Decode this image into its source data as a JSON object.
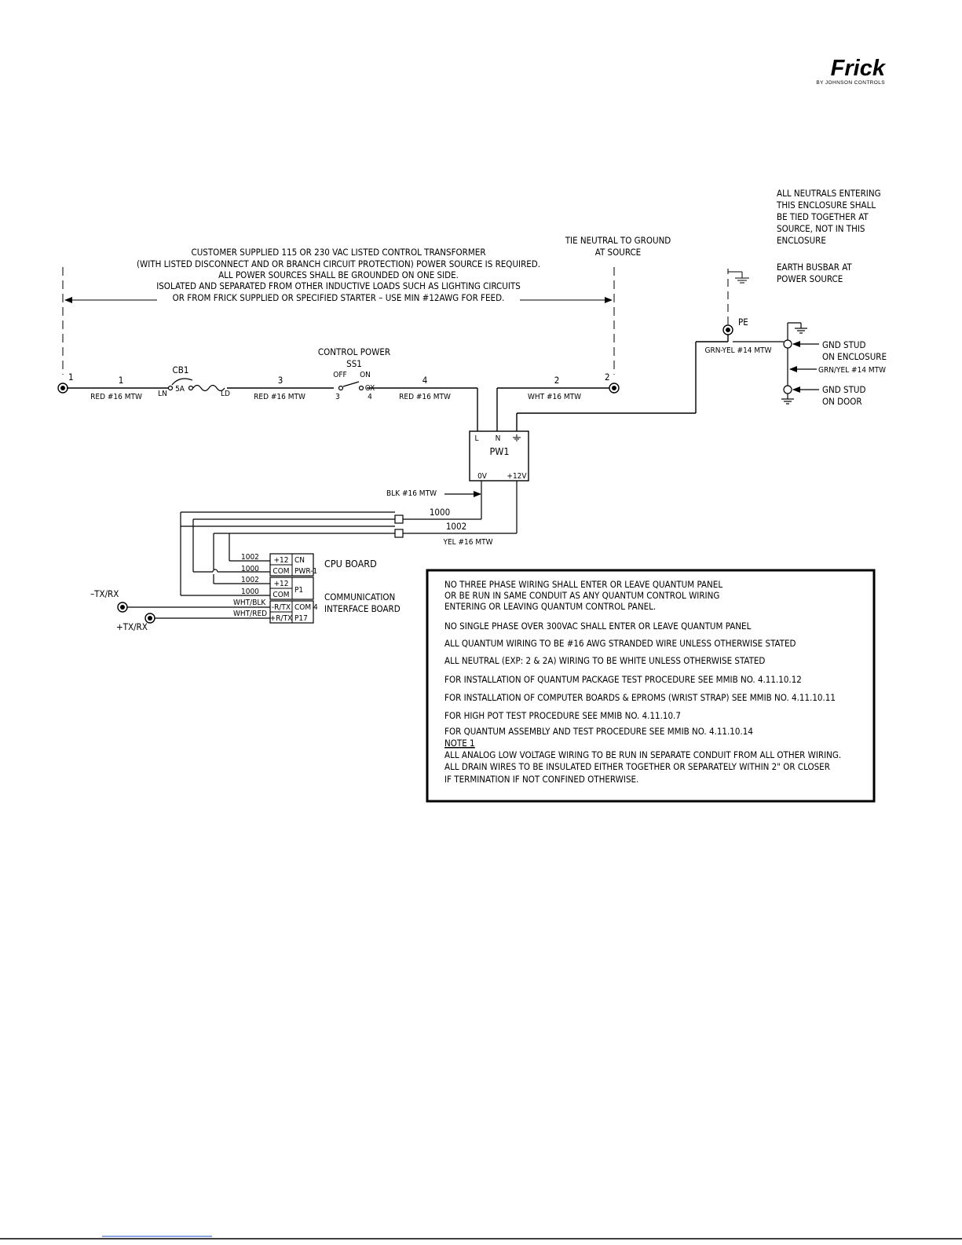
{
  "brand": {
    "name": "Frick",
    "subtitle": "BY JOHNSON CONTROLS"
  },
  "annotations": {
    "customer_supply": [
      "CUSTOMER SUPPLIED 115 OR 230 VAC LISTED CONTROL TRANSFORMER",
      "(WITH LISTED DISCONNECT AND OR BRANCH CIRCUIT PROTECTION) POWER SOURCE IS REQUIRED.",
      "ALL POWER SOURCES SHALL BE GROUNDED ON ONE SIDE.",
      "ISOLATED AND SEPARATED FROM OTHER INDUCTIVE LOADS SUCH AS LIGHTING CIRCUITS",
      "OR FROM FRICK SUPPLIED OR SPECIFIED STARTER – USE MIN #12AWG FOR FEED."
    ],
    "tie_neutral": [
      "TIE NEUTRAL TO GROUND",
      "AT SOURCE"
    ],
    "neutrals": [
      "ALL NEUTRALS ENTERING",
      "THIS ENCLOSURE SHALL",
      "BE TIED TOGETHER AT",
      "SOURCE, NOT IN THIS",
      "ENCLOSURE"
    ],
    "earth_busbar": [
      "EARTH BUSBAR AT",
      "POWER SOURCE"
    ],
    "pe": "PE",
    "gnd_enclosure": [
      "GND STUD",
      "ON ENCLOSURE"
    ],
    "gnd_door": [
      "GND STUD",
      "ON DOOR"
    ],
    "grn_yel_14": "GRN-YEL #14 MTW",
    "grn_yel_14b": "GRN/YEL #14 MTW"
  },
  "circuit": {
    "term1": "1",
    "term2": "2",
    "wire1": "1",
    "wire3": "3",
    "wire4": "4",
    "wire2": "2",
    "red16a": "RED #16 MTW",
    "red16b": "RED #16 MTW",
    "red16c": "RED #16 MTW",
    "wht16": "WHT #16 MTW",
    "cb1": "CB1",
    "cb_rating": "5A",
    "ln": "LN",
    "ld": "LD",
    "control_power": "CONTROL POWER",
    "ss1": "SS1",
    "off": "OFF",
    "on": "ON",
    "ss_3": "3",
    "ss_4": "4",
    "ss_ox": "OX"
  },
  "pw1": {
    "name": "PW1",
    "l": "L",
    "n": "N",
    "ov": "0V",
    "plus12": "+12V"
  },
  "low_voltage": {
    "blk16": "BLK #16 MTW",
    "w1000": "1000",
    "w1002": "1002",
    "yel16": "YEL #16 MTW",
    "cpu_board": "CPU BOARD",
    "comm_board": [
      "COMMUNICATION",
      "INTERFACE BOARD"
    ],
    "pwr1_rows": [
      {
        "wire": "1002",
        "pin": "+12",
        "side": "CN"
      },
      {
        "wire": "1000",
        "pin": "COM",
        "side": "PWR-1"
      }
    ],
    "p1_rows": [
      {
        "wire": "1002",
        "pin": "+12",
        "side": ""
      },
      {
        "wire": "1000",
        "pin": "COM",
        "side": "P1"
      }
    ],
    "p17_rows": [
      {
        "wire": "WHT/BLK",
        "pin": "-R/TX",
        "side": "COM 4"
      },
      {
        "wire": "WHT/RED",
        "pin": "+R/TX",
        "side": "P17"
      }
    ],
    "tx_minus": "–TX/RX",
    "tx_plus": "+TX/RX"
  },
  "notes": [
    "NO THREE PHASE WIRING SHALL ENTER OR LEAVE QUANTUM PANEL",
    "OR BE RUN IN SAME CONDUIT AS ANY QUANTUM CONTROL WIRING",
    "ENTERING OR LEAVING QUANTUM CONTROL PANEL.",
    "NO SINGLE PHASE OVER 300VAC SHALL ENTER OR LEAVE QUANTUM PANEL",
    "ALL QUANTUM WIRING TO BE #16 AWG STRANDED WIRE UNLESS OTHERWISE STATED",
    "ALL NEUTRAL (EXP: 2 & 2A) WIRING TO BE WHITE UNLESS OTHERWISE STATED",
    "FOR INSTALLATION OF QUANTUM PACKAGE TEST PROCEDURE SEE MMIB NO. 4.11.10.12",
    "FOR INSTALLATION OF COMPUTER BOARDS & EPROMS (WRIST STRAP) SEE MMIB NO. 4.11.10.11",
    "FOR HIGH POT TEST PROCEDURE SEE MMIB NO. 4.11.10.7",
    "FOR QUANTUM ASSEMBLY AND TEST PROCEDURE SEE MMIB NO. 4.11.10.14",
    "NOTE 1",
    "ALL ANALOG LOW VOLTAGE WIRING TO BE RUN IN SEPARATE CONDUIT FROM ALL OTHER WIRING.",
    "ALL DRAIN WIRES TO BE INSULATED EITHER TOGETHER OR SEPARATELY WITHIN 2\" OR CLOSER",
    "IF TERMINATION IF NOT CONFINED OTHERWISE."
  ]
}
